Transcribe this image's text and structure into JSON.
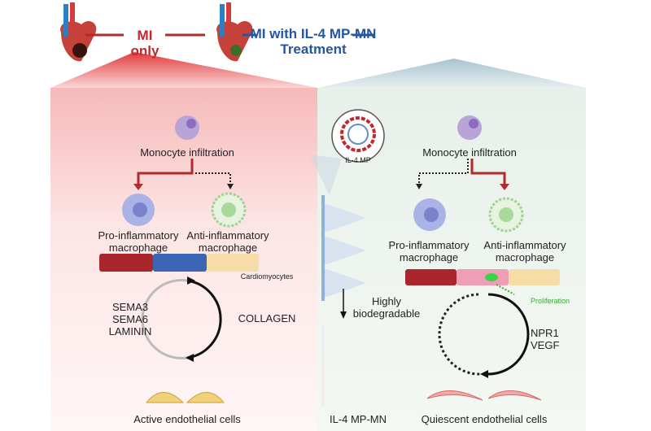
{
  "left_panel": {
    "title": "MI only",
    "monocyte": "Monocyte infiltration",
    "pro_macrophage": "Pro-inflammatory\nmacrophage",
    "anti_macrophage": "Anti-inflammatory\nmacrophage",
    "cardiomyocytes": "Cardiomyocytes",
    "left_factors": "SEMA3\nSEMA6\nLAMININ",
    "right_factor": "COLLAGEN",
    "endothelial": "Active endothelial cells"
  },
  "right_panel": {
    "title": "MI with IL-4 MP-MN\nTreatment",
    "microparticle": "IL-4 MP",
    "degradable": "Highly\nbiodegradable",
    "microneedle": "IL-4 MP-MN",
    "monocyte": "Monocyte infiltration",
    "pro_macrophage": "Pro-inflammatory\nmacrophage",
    "anti_macrophage": "Anti-inflammatory\nmacrophage",
    "proliferation": "Proliferation",
    "factors": "NPR1\nVEGF",
    "endothelial": "Quiescent endothelial cells"
  },
  "colors": {
    "red_accent": "#c0282d",
    "blue_accent": "#2456a4",
    "proliferation": "#3aaa35"
  }
}
